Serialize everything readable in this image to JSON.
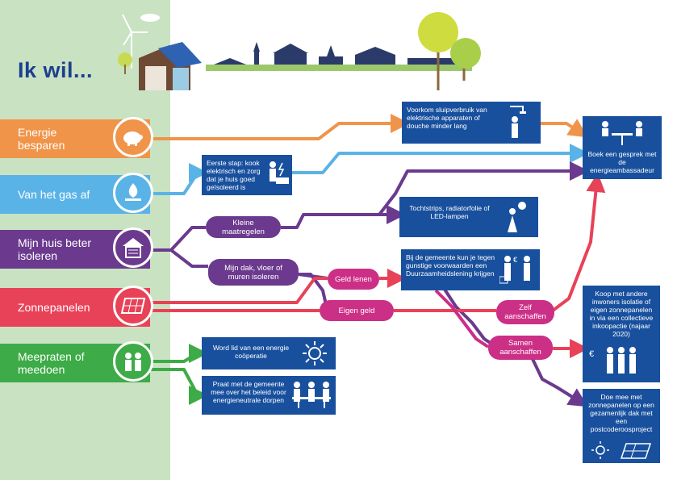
{
  "title": "Ik wil...",
  "categories": [
    {
      "label": "Energie besparen",
      "color": "#f0944a",
      "icon": "piggy-bank-icon"
    },
    {
      "label": "Van het gas af",
      "color": "#5ab3e6",
      "icon": "gas-flame-icon"
    },
    {
      "label": "Mijn huis beter isoleren",
      "color": "#6b3a8e",
      "icon": "house-insulation-icon"
    },
    {
      "label": "Zonnepanelen",
      "color": "#e84258",
      "icon": "solar-panel-icon"
    },
    {
      "label": "Meepraten of meedoen",
      "color": "#3dab47",
      "icon": "people-icon"
    }
  ],
  "boxes": {
    "sluipverbruik": "Voorkom sluipverbruik van elektrische apparaten of douche minder lang",
    "ambassadeur": "Boek een gesprek met de energieambassadeur",
    "koken": "Eerste stap: kook elektrisch en zorg dat je huis goed geïsoleerd is",
    "tochtstrips": "Tochtstrips, radiatorfolie of LED-lampen",
    "lening": "Bij de gemeente kun je tegen gunstige voorwaarden een Duurzaamheidslening krijgen",
    "collectief": "Koop met andere inwoners isolatie of eigen zonnepanelen in via een collectieve inkoopactie (najaar 2020)",
    "cooperatie": "Word lid van een energie coöperatie",
    "beleid": "Praat met de gemeente mee over het beleid voor energieneutrale dorpen",
    "postcoderoos": "Doe mee met zonnepanelen op een gezamenlijk dak met een postcoderoosproject"
  },
  "pills": {
    "kleine": "Kleine maatregelen",
    "dak": "Mijn dak, vloer of muren isoleren",
    "geld_lenen": "Geld lenen",
    "eigen_geld": "Eigen geld",
    "zelf": "Zelf aanschaffen",
    "samen": "Samen aanschaffen"
  },
  "colors": {
    "orange": "#f0944a",
    "lightblue": "#5ab3e6",
    "purple": "#6b3a8e",
    "red": "#e84258",
    "green": "#3dab47",
    "magenta": "#cc2f86",
    "boxblue": "#18509e",
    "title": "#1d3f8f"
  }
}
